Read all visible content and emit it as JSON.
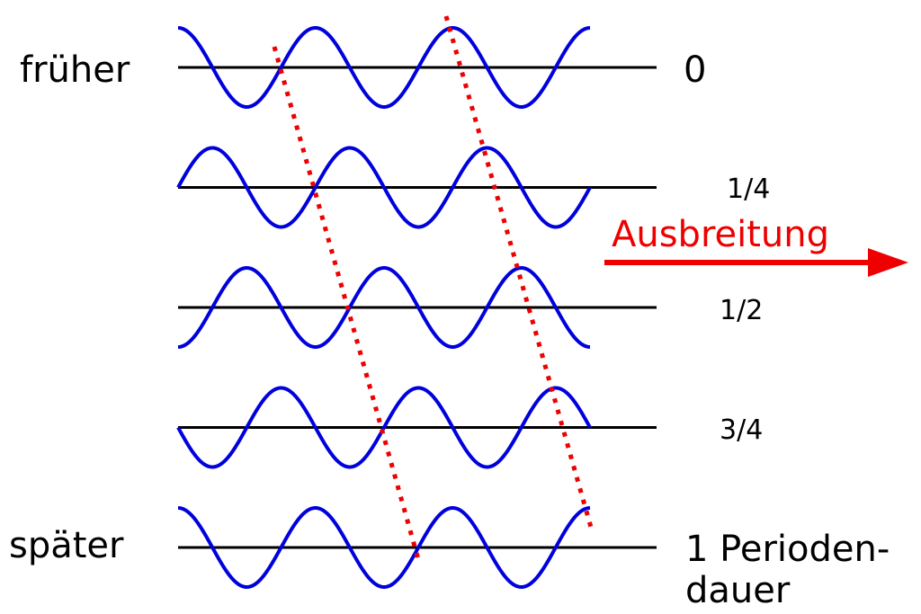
{
  "labels": {
    "earlier": "früher",
    "later": "später",
    "propagation": "Ausbreitung"
  },
  "time_labels": [
    "0",
    "1/4",
    "1/2",
    "3/4",
    "1 Perioden-",
    "dauer"
  ],
  "colors": {
    "wave": "#0000dd",
    "axis": "#000000",
    "phase_line": "#ee0000",
    "arrow": "#ee0000",
    "propagation_text": "#ee0000"
  },
  "wave": {
    "periods_shown": 3,
    "phase_step_per_row": 0.25,
    "rows": 5
  }
}
